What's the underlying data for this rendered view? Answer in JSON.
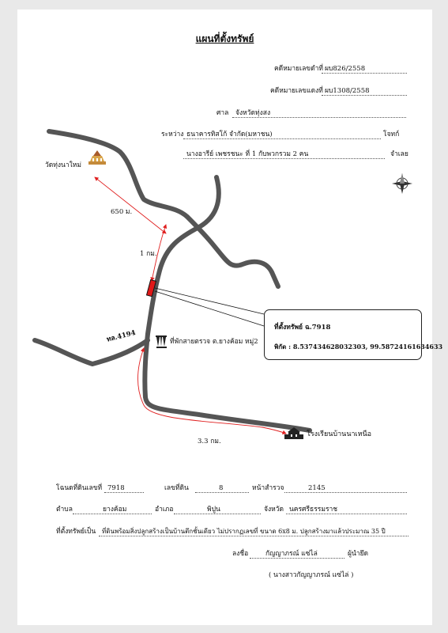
{
  "title": "แผนที่ตั้งทรัพย์",
  "header": {
    "case_black_label": "คดีหมายเลขดำที่",
    "case_black_value": "ผบ826/2558",
    "case_red_label": "คดีหมายเลขแดงที่",
    "case_red_value": "ผบ1308/2558",
    "court_label": "ศาล",
    "court_value": "จังหวัดทุ่งสง",
    "between_label": "ระหว่าง",
    "plaintiff_value": "ธนาคารทิสโก้ จำกัด(มหาชน)",
    "plaintiff_role": "โจทก์",
    "defendant_value": "นางอารีย์ เพชรชนะ ที่ 1 กับพวกรวม 2 คน",
    "defendant_role": "จำเลย"
  },
  "map": {
    "temple_label": "วัดทุ่งนาใหม่",
    "dist_650": "650 ม.",
    "dist_1km": "1 กม.",
    "road_label": "ทล.4194",
    "police_label": "ที่พักสายตรวจ ต.ยางค้อม หมู่2",
    "dist_3km": "3.3 กม.",
    "school_label": "โรงเรียนบ้านนาเหนือ",
    "callout_title": "ที่ตั้งทรัพย์ ฉ.7918",
    "callout_coords": "พิกัด : 8.537434628032303, 99.58724161634633"
  },
  "footer": {
    "deed_label": "โฉนดที่ดินเลขที่",
    "deed_value": "7918",
    "land_no_label": "เลขที่ดิน",
    "land_no_value": "8",
    "survey_label": "หน้าสำรวจ",
    "survey_value": "2145",
    "subdistrict_label": "ตำบล",
    "subdistrict_value": "ยางค้อม",
    "district_label": "อำเภอ",
    "district_value": "พิปูน",
    "province_label": "จังหวัด",
    "province_value": "นครศรีธรรมราช",
    "property_label": "ที่ตั้งทรัพย์เป็น",
    "property_value": "ที่ดินพร้อมสิ่งปลูกสร้างเป็นบ้านตึกชั้นเดียว ไม่ปรากฏเลขที่ ขนาด 6x8 ม. ปลูกสร้างมาแล้วประมาณ 35 ปี",
    "sign_label": "ลงชื่อ",
    "sign_value": "กัญญาภรณ์ แซ่ไล่",
    "sign_role": "ผู้นำยึด",
    "sign_name": "( นางสาวกัญญาภรณ์ แซ่ไล่ )"
  },
  "colors": {
    "road": "#555555",
    "arrow": "#e02020",
    "marker": "#e01818"
  }
}
